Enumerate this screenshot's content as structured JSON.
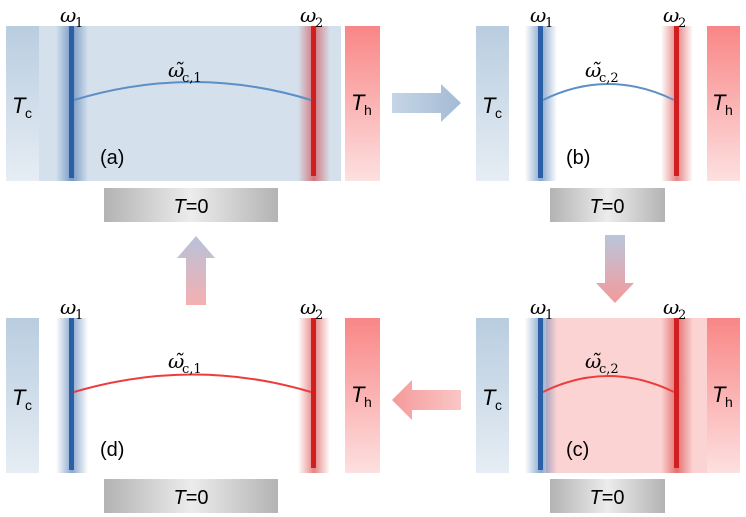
{
  "panels": [
    {
      "id": "a",
      "label": "(a)",
      "omega_left": "ω",
      "omega_left_sub": "1",
      "omega_right": "ω",
      "omega_right_sub": "2",
      "cavity_symbol": "ω̃",
      "cavity_sub": "c,1",
      "cold_T": "T",
      "cold_sub": "c",
      "hot_T": "T",
      "hot_sub": "h",
      "bath": "T=0",
      "bath_T": "T",
      "bath_rest": "=0",
      "cavity_fill": "#d4e0ec",
      "arc_color": "#5b8fc7"
    },
    {
      "id": "b",
      "label": "(b)",
      "omega_left": "ω",
      "omega_left_sub": "1",
      "omega_right": "ω",
      "omega_right_sub": "2",
      "cavity_symbol": "ω̃",
      "cavity_sub": "c,2",
      "cold_T": "T",
      "cold_sub": "c",
      "hot_T": "T",
      "hot_sub": "h",
      "bath": "T=0",
      "bath_T": "T",
      "bath_rest": "=0",
      "cavity_fill": "none",
      "arc_color": "#5b8fc7"
    },
    {
      "id": "c",
      "label": "(c)",
      "omega_left": "ω",
      "omega_left_sub": "1",
      "omega_right": "ω",
      "omega_right_sub": "2",
      "cavity_symbol": "ω̃",
      "cavity_sub": "c,2",
      "cold_T": "T",
      "cold_sub": "c",
      "hot_T": "T",
      "hot_sub": "h",
      "bath": "T=0",
      "bath_T": "T",
      "bath_rest": "=0",
      "cavity_fill": "#fbd3d3",
      "arc_color": "#ee3b3b"
    },
    {
      "id": "d",
      "label": "(d)",
      "omega_left": "ω",
      "omega_left_sub": "1",
      "omega_right": "ω",
      "omega_right_sub": "2",
      "cavity_symbol": "ω̃",
      "cavity_sub": "c,1",
      "cold_T": "T",
      "cold_sub": "c",
      "hot_T": "T",
      "hot_sub": "h",
      "bath": "T=0",
      "bath_T": "T",
      "bath_rest": "=0",
      "cavity_fill": "none",
      "arc_color": "#ee3b3b"
    }
  ],
  "colors": {
    "cold_mirror": "#2b5fa6",
    "hot_mirror": "#d11f1f",
    "cold_bath_top": "#b9cde0",
    "cold_bath_bottom": "#e6edf4",
    "hot_bath_top": "#f98d8d",
    "hot_bath_bottom": "#fde3e3",
    "zero_bath": "#a9a9a9",
    "arrow_blue": "#a6bdd6",
    "arrow_red": "#f4a6a6"
  }
}
